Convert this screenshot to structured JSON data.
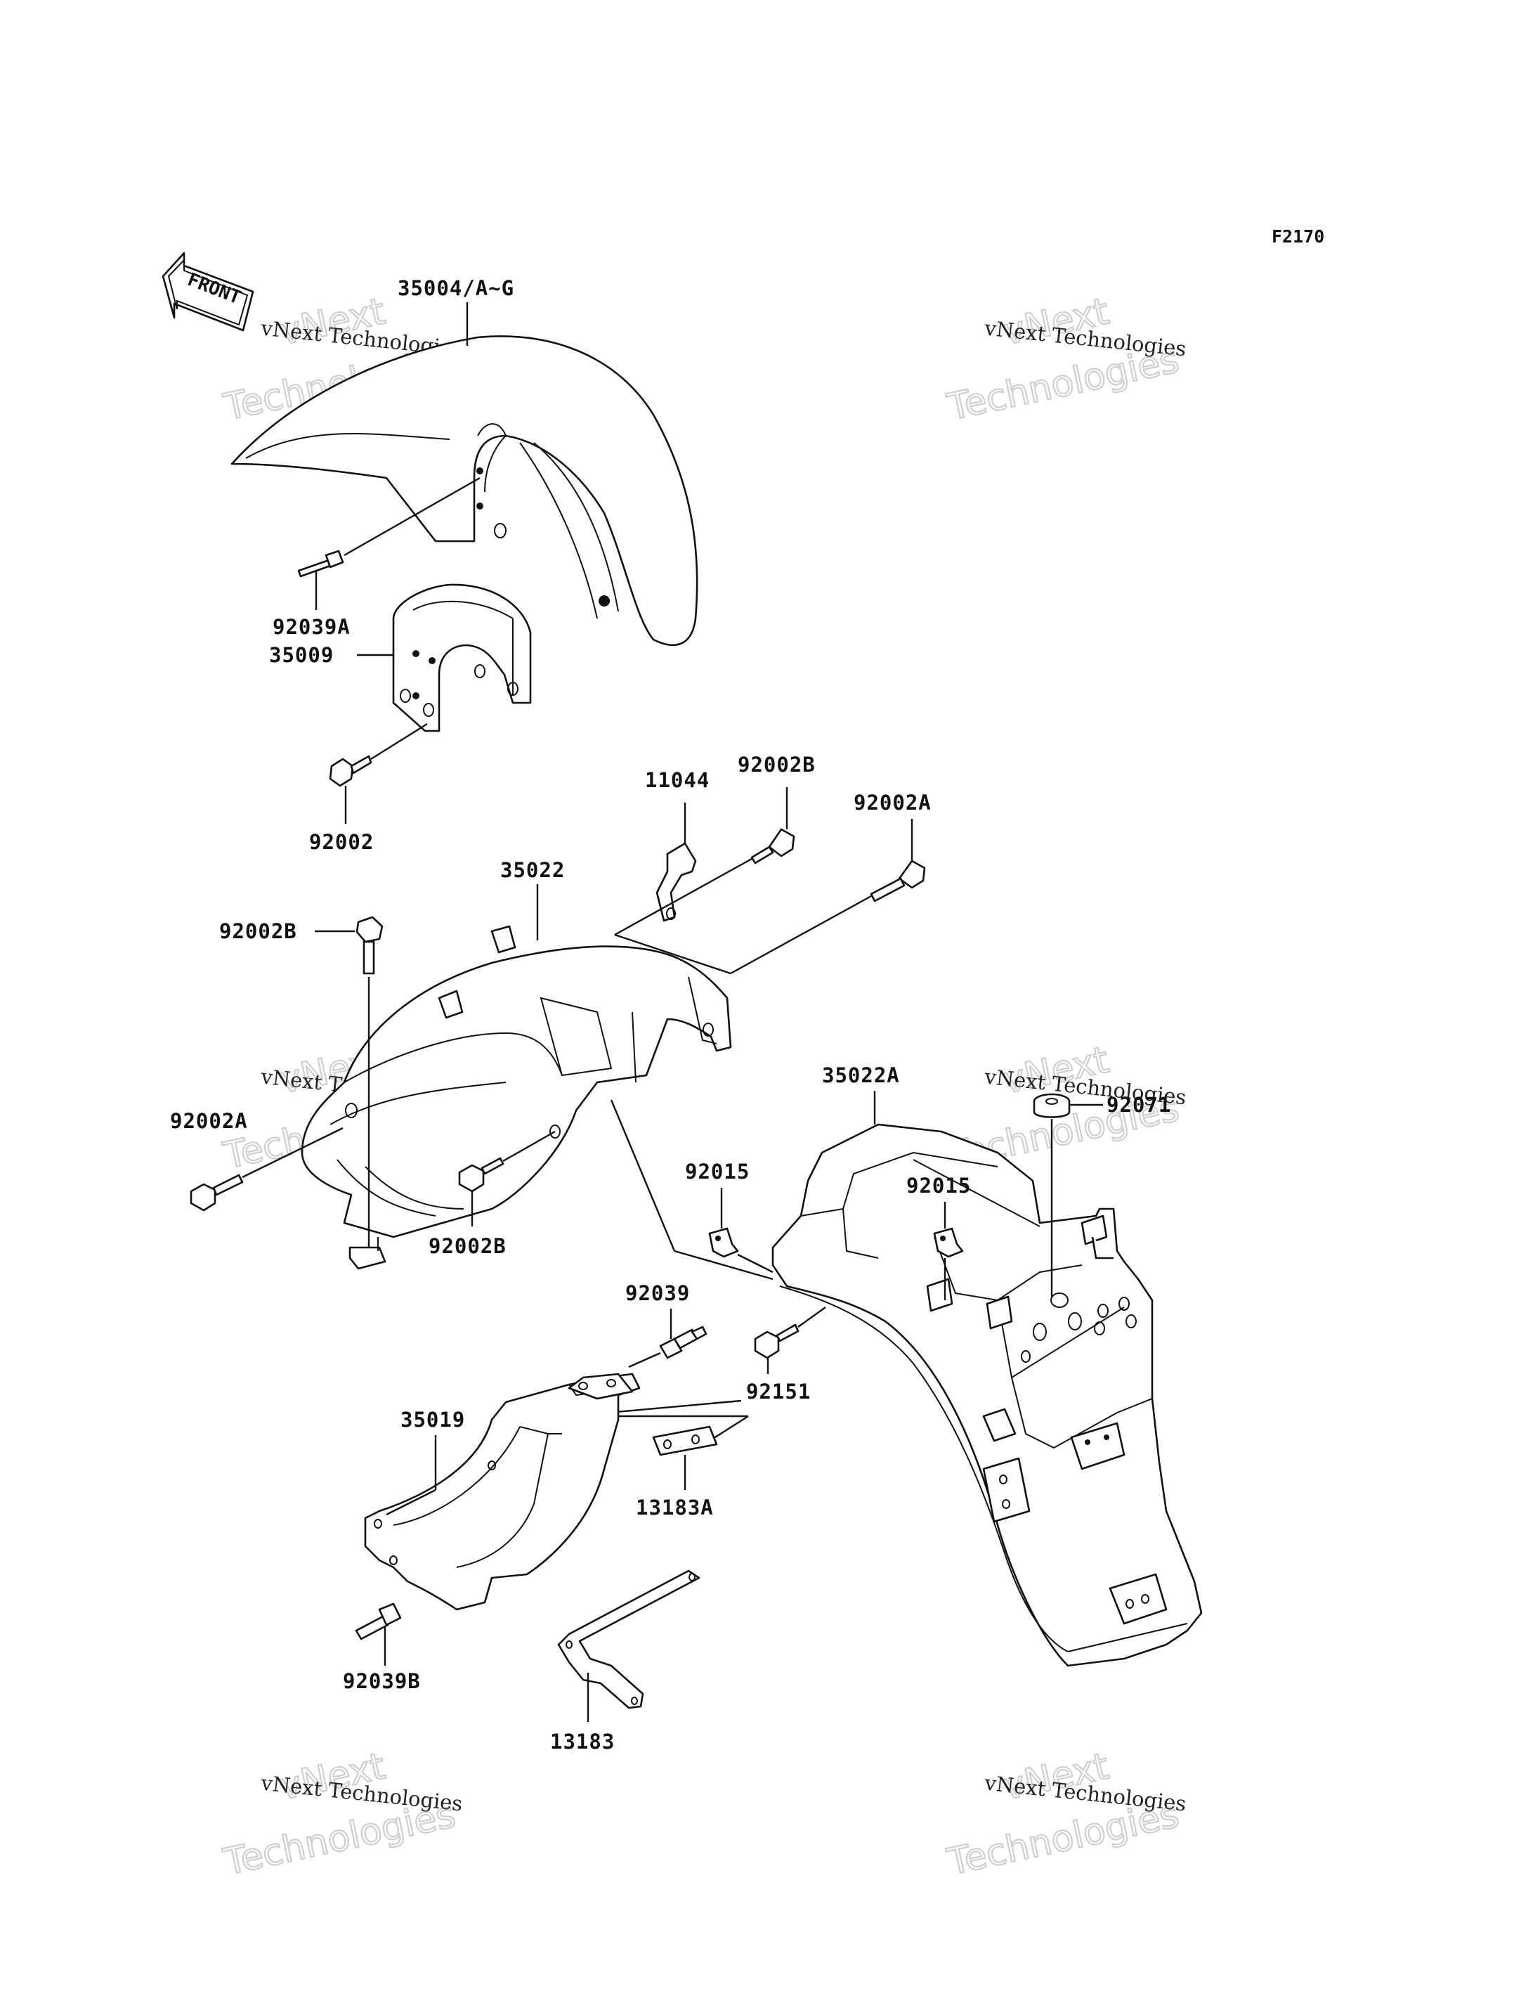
{
  "figure_code": "F2170",
  "front_arrow": {
    "label": "FRONT"
  },
  "watermarks": [
    {
      "line1": "vNext Technologies",
      "line2": "vNext",
      "line3": "Technologies"
    },
    {
      "line1": "vNext Technologies",
      "line2": "vNext",
      "line3": "Technologies"
    },
    {
      "line1": "vNext Technologies",
      "line2": "vNext",
      "line3": "Technologies"
    },
    {
      "line1": "vNext Technologies",
      "line2": "vNext",
      "line3": "Technologies"
    },
    {
      "line1": "vNext Technologies",
      "line2": "vNext",
      "line3": "Technologies"
    },
    {
      "line1": "vNext Technologies",
      "line2": "vNext",
      "line3": "Technologies"
    }
  ],
  "parts": {
    "p35004": "35004/A~G",
    "p92039A": "92039A",
    "p35009": "35009",
    "p92002": "92002",
    "p11044": "11044",
    "p92002B_top": "92002B",
    "p92002A_right": "92002A",
    "p35022": "35022",
    "p92002B_left": "92002B",
    "p92002A_left": "92002A",
    "p92002B_mid": "92002B",
    "p35022A": "35022A",
    "p92071": "92071",
    "p92015_a": "92015",
    "p92015_b": "92015",
    "p92039": "92039",
    "p92151": "92151",
    "p35019": "35019",
    "p13183A": "13183A",
    "p92039B": "92039B",
    "p13183": "13183"
  }
}
